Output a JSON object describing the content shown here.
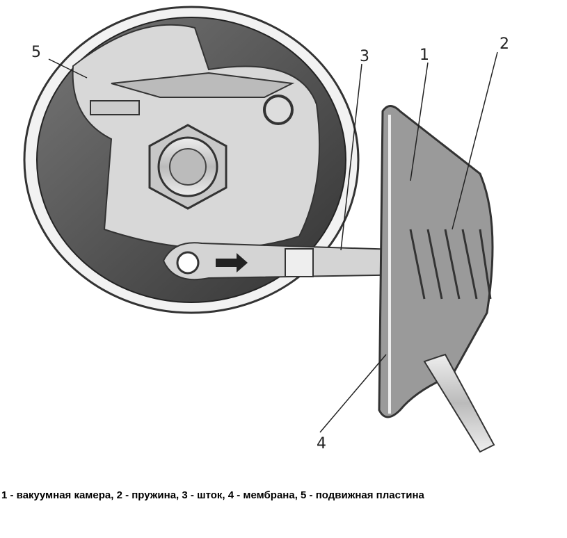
{
  "labels": {
    "l1": "1",
    "l2": "2",
    "l3": "3",
    "l4": "4",
    "l5": "5"
  },
  "caption": "1 - вакуумная камера, 2 - пружина, 3 - шток, 4 - мембрана, 5 - подвижная пластина"
}
